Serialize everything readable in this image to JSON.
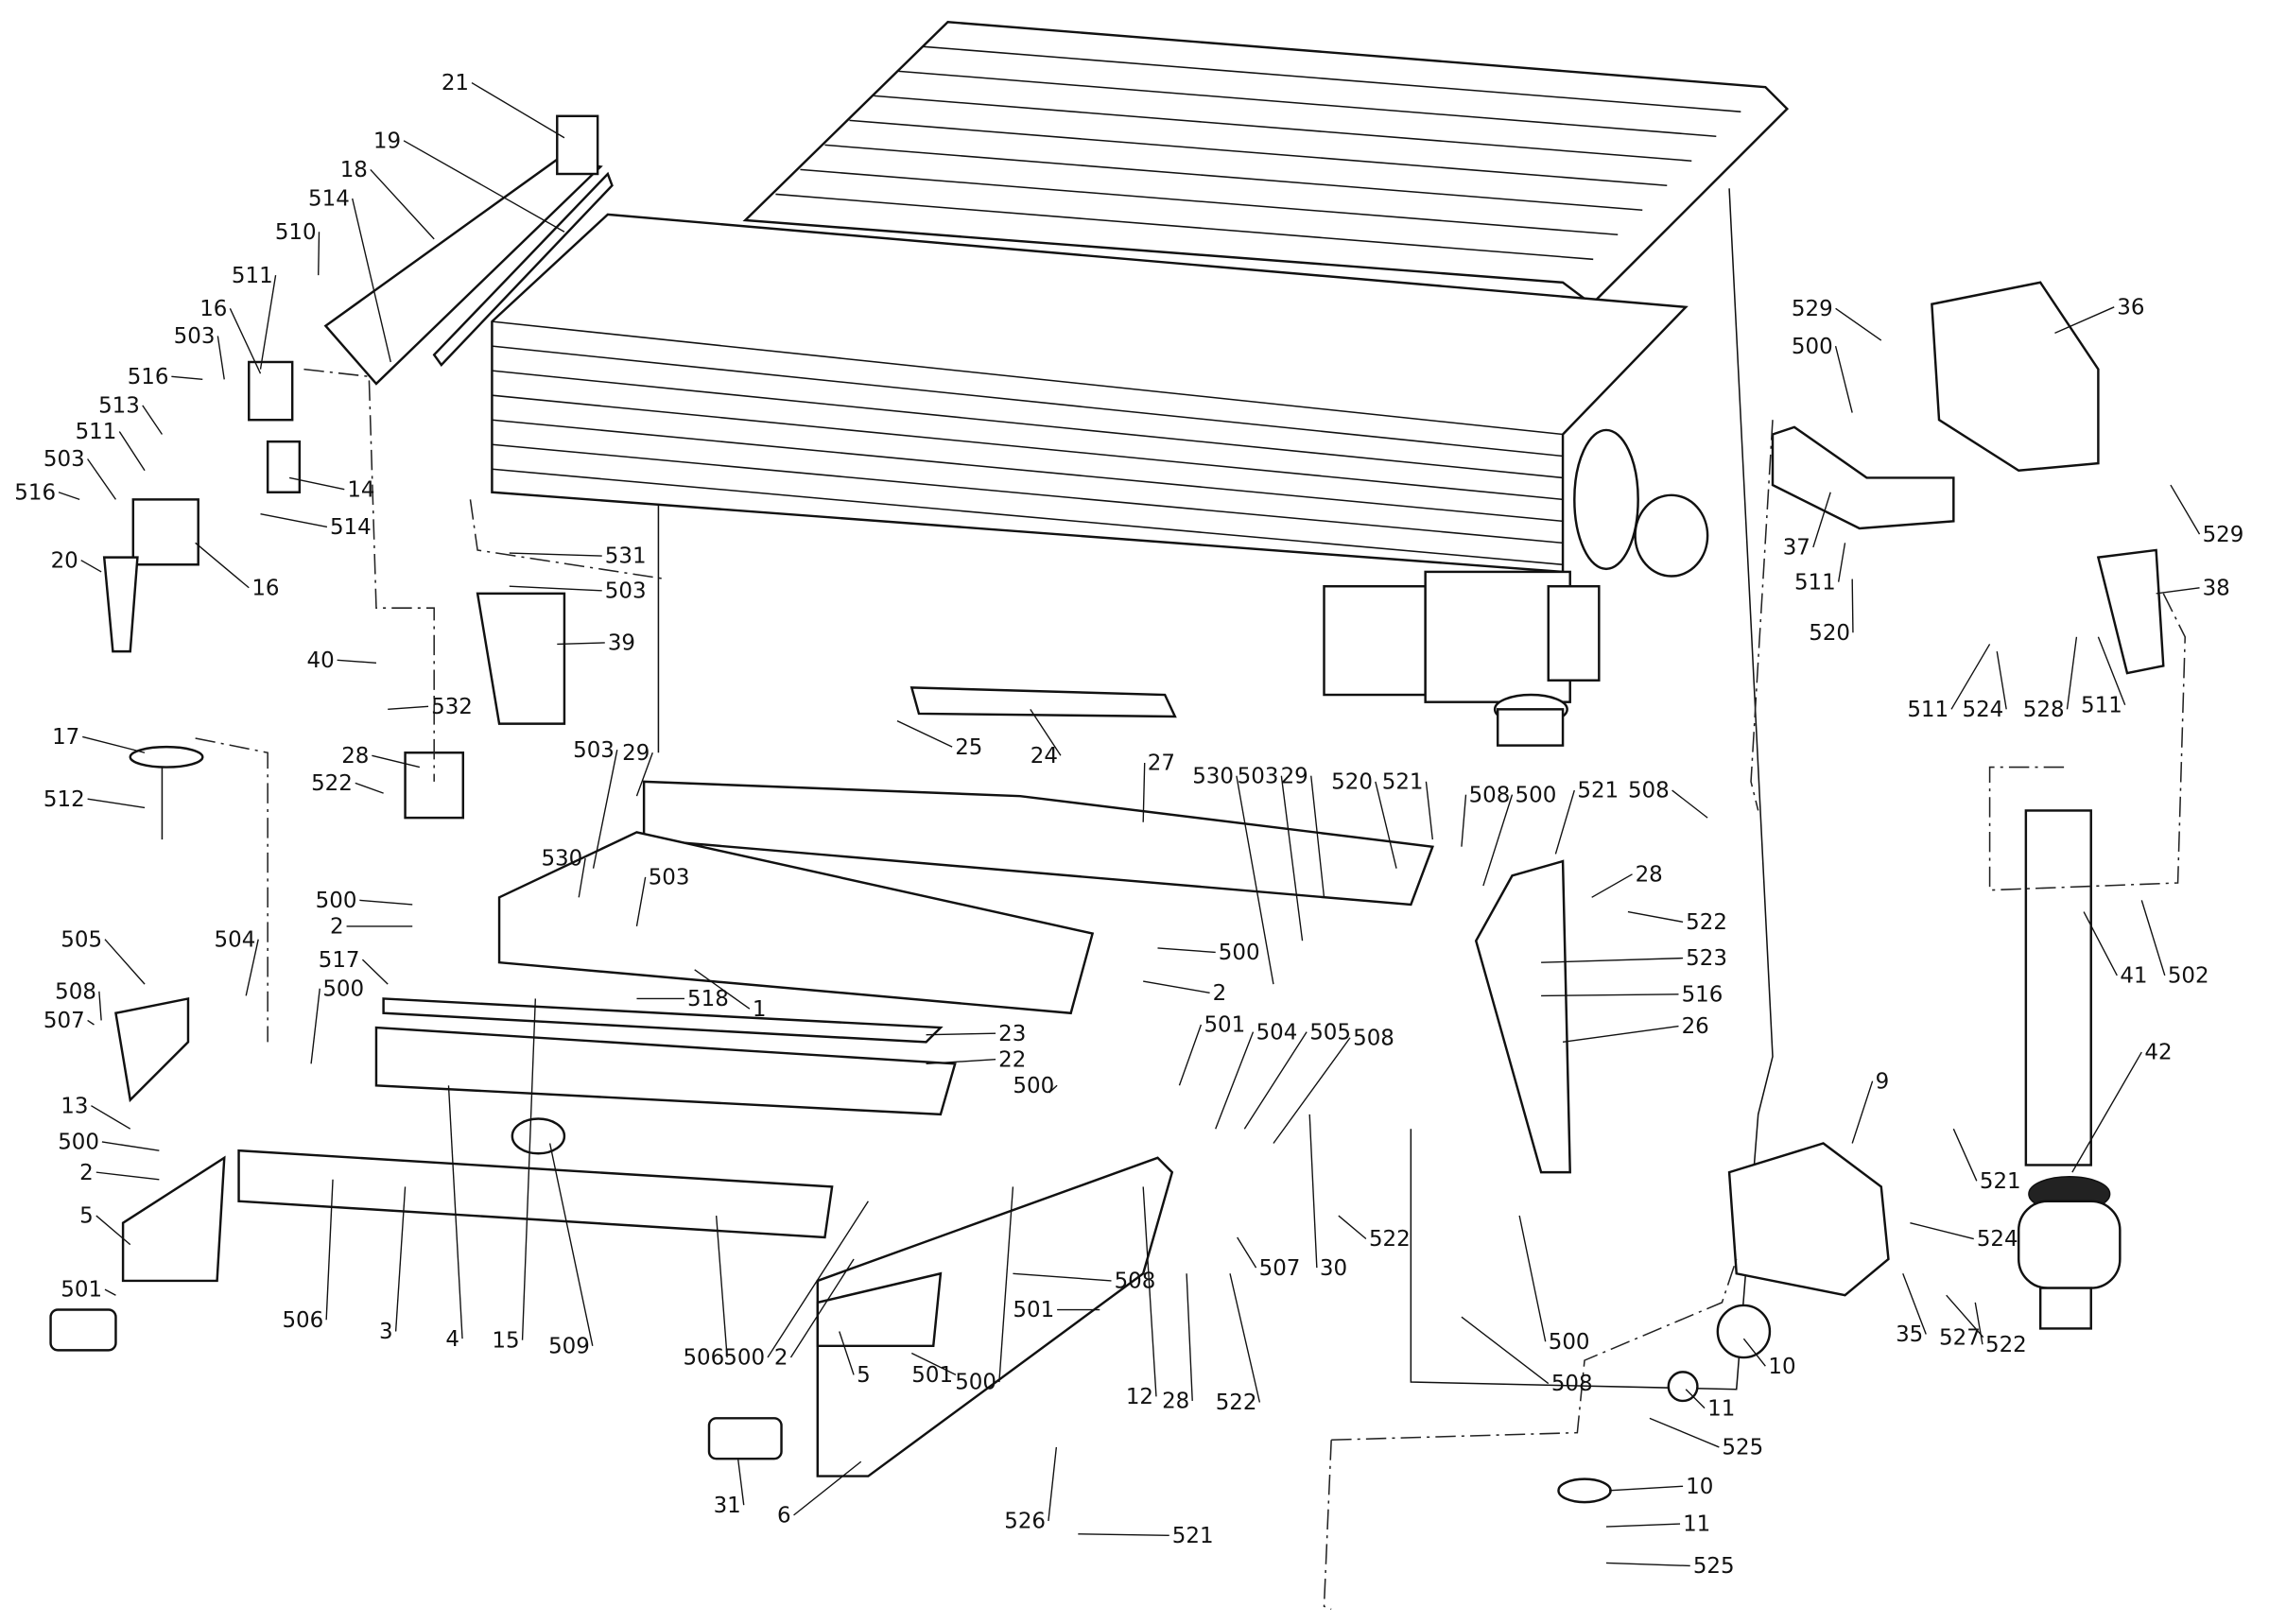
{
  "diagram": {
    "type": "exploded-parts-diagram",
    "part_labels": [
      "21",
      "19",
      "18",
      "514",
      "510",
      "511",
      "16",
      "503",
      "516",
      "513",
      "511",
      "503",
      "516",
      "14",
      "514",
      "16",
      "20",
      "531",
      "503",
      "39",
      "40",
      "532",
      "17",
      "28",
      "522",
      "512",
      "25",
      "24",
      "27",
      "503",
      "29",
      "530",
      "503",
      "500",
      "2",
      "504",
      "505",
      "517",
      "500",
      "518",
      "1",
      "508",
      "507",
      "13",
      "23",
      "22",
      "500",
      "500",
      "2",
      "5",
      "501",
      "506",
      "3",
      "4",
      "15",
      "509",
      "506",
      "500",
      "2",
      "5",
      "501",
      "500",
      "31",
      "6",
      "526",
      "521",
      "12",
      "28",
      "522",
      "501",
      "508",
      "501",
      "504",
      "505",
      "508",
      "507",
      "30",
      "522",
      "500",
      "2",
      "530",
      "503",
      "29",
      "520",
      "521",
      "508",
      "500",
      "521",
      "508",
      "28",
      "522",
      "523",
      "516",
      "26",
      "500",
      "508",
      "529",
      "500",
      "36",
      "37",
      "511",
      "520",
      "529",
      "38",
      "511",
      "524",
      "528",
      "511",
      "41",
      "502",
      "42",
      "521",
      "524",
      "9",
      "35",
      "527",
      "522",
      "10",
      "11",
      "525",
      "10",
      "11",
      "525"
    ]
  }
}
